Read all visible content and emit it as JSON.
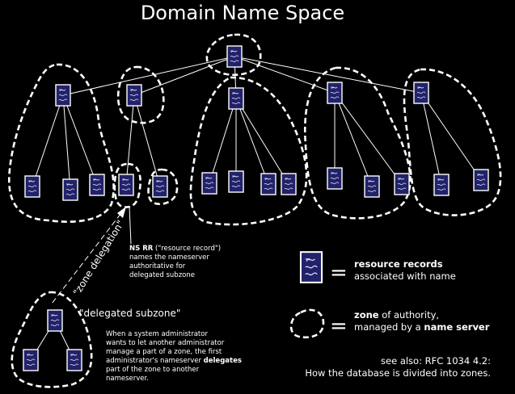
{
  "title": "Domain Name Space",
  "ns_note": {
    "bold": "NS RR",
    "rest": " (\"resource record\")",
    "lines": [
      "names the nameserver",
      "authoritative for",
      "delegated subzone"
    ]
  },
  "zone_delegation_label": "\"zone delegation\"",
  "delegated_subzone_label": "\"delegated subzone\"",
  "admin_note": {
    "line1": "When a system administrator",
    "line2": "wants to let another administrator",
    "line3": "manage a part of a zone, the first",
    "line4_pre": "administrator's nameserver ",
    "line4_bold": "delegates",
    "line5": "part of the zone to another",
    "line6": "nameserver."
  },
  "legend": {
    "equals": "=",
    "rr_bold": "resource records",
    "rr_rest": "associated with name",
    "zone_bold": "zone",
    "zone_rest": " of authority,",
    "managed_pre": "managed by a ",
    "managed_bold": "name server"
  },
  "see_also": {
    "line1": "see also: RFC 1034 4.2:",
    "line2": "How the database is divided into zones."
  },
  "colors": {
    "background": "#000000",
    "node": "#22226a",
    "line": "#ffffff"
  },
  "icons": {
    "node": "document-icon"
  }
}
